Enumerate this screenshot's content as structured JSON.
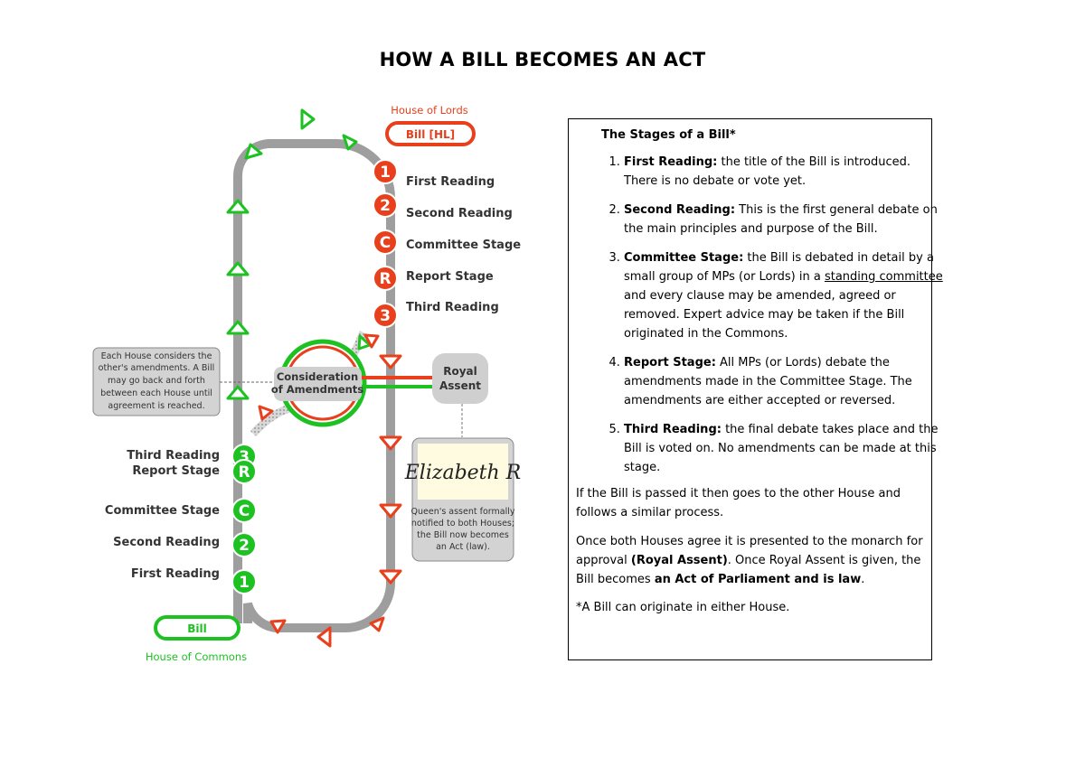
{
  "title": "HOW A BILL BECOMES AN ACT",
  "diagram": {
    "lords_house": "House of Lords",
    "lords_bill": "Bill [HL]",
    "commons_house": "House of Commons",
    "commons_bill": "Bill",
    "lords_stages": [
      {
        "marker": "1",
        "label": "First Reading"
      },
      {
        "marker": "2",
        "label": "Second Reading"
      },
      {
        "marker": "C",
        "label": "Committee Stage"
      },
      {
        "marker": "R",
        "label": "Report Stage"
      },
      {
        "marker": "3",
        "label": "Third Reading"
      }
    ],
    "commons_stages": [
      {
        "marker": "3",
        "label": "Third Reading"
      },
      {
        "marker": "R",
        "label": "Report Stage"
      },
      {
        "marker": "C",
        "label": "Committee Stage"
      },
      {
        "marker": "2",
        "label": "Second Reading"
      },
      {
        "marker": "1",
        "label": "First Reading"
      }
    ],
    "consideration": [
      "Consideration",
      "of Amendments"
    ],
    "royal_assent": [
      "Royal",
      "Assent"
    ],
    "note_lines": [
      "Each House considers the",
      "other's amendments. A Bill",
      "may go back and forth",
      "between each House until",
      "agreement is reached."
    ],
    "signature": "Elizabeth R",
    "queen_note_lines": [
      "Queen's assent formally",
      "notified to both Houses;",
      "the Bill now becomes",
      "an Act (law)."
    ],
    "colors": {
      "lords": "#e8401c",
      "commons": "#1dc222",
      "track": "#9a9a9a"
    }
  },
  "stages_box": {
    "heading": "The Stages of a Bill*",
    "items": [
      {
        "term": "First Reading:",
        "text": " the title of the Bill is introduced. There is no debate or vote yet."
      },
      {
        "term": "Second Reading:",
        "text": " This is the first general debate on the main principles and purpose of the Bill."
      },
      {
        "term": "Committee Stage:",
        "text_before": " the Bill is debated in detail by a small group of MPs (or Lords) in a ",
        "underlined": "standing committee",
        "text_after": " and every clause may be amended, agreed or removed.  Expert advice may be taken if the Bill originated in the Commons."
      },
      {
        "term": "Report Stage:",
        "text": " All MPs (or Lords) debate the amendments made in the Committee Stage.  The amendments are either accepted or reversed."
      },
      {
        "term": "Third Reading:",
        "text": " the final debate takes place and the Bill is voted on.  No amendments can be made at this stage."
      }
    ],
    "para1": "If the Bill is passed it then goes to the other House and follows a similar process.",
    "para2_before": "Once both Houses agree it is presented to the monarch for approval ",
    "para2_bold1": "(Royal Assent)",
    "para2_mid": ".  Once Royal Assent is given, the Bill becomes ",
    "para2_bold2": "an Act of Parliament and is law",
    "para2_end": ".",
    "footnote": "*A Bill can originate in either House."
  }
}
